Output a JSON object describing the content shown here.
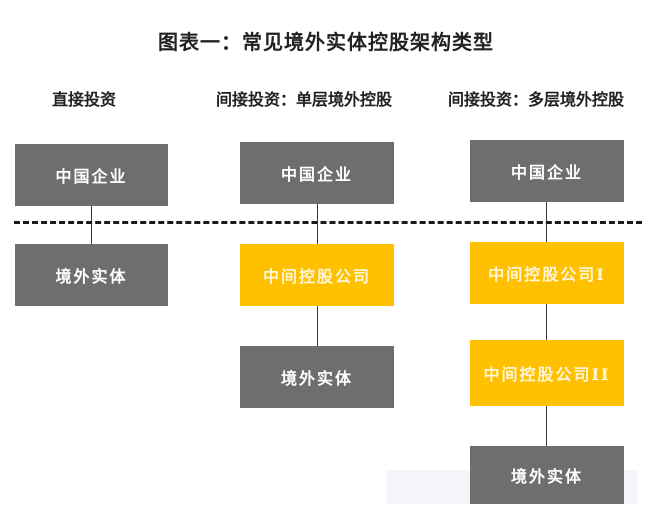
{
  "title": "图表一：常见境外实体控股架构类型",
  "columns": [
    {
      "heading": "直接投资",
      "boxes": [
        "中国企业",
        "境外实体"
      ]
    },
    {
      "heading": "间接投资：单层境外控股",
      "boxes": [
        "中国企业",
        "中间控股公司",
        "境外实体"
      ]
    },
    {
      "heading": "间接投资：多层境外控股",
      "boxes": [
        "中国企业",
        "中间控股公司I",
        "中间控股公司II",
        "境外实体"
      ]
    }
  ],
  "colors": {
    "gray": "#6e6e6e",
    "yellow": "#ffc000",
    "line": "#3a3a3a"
  }
}
